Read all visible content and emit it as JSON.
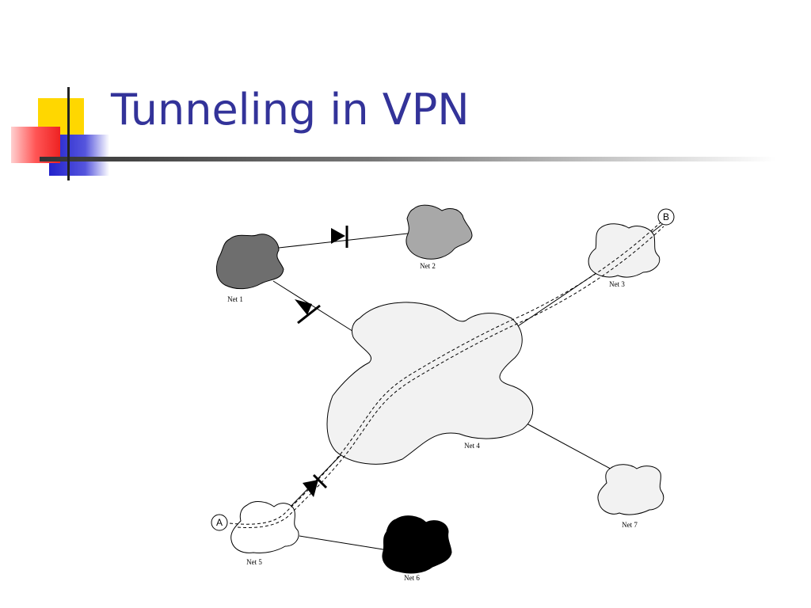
{
  "slide": {
    "title": "Tunneling in VPN"
  },
  "diagram": {
    "networks": [
      {
        "id": "net1",
        "label": "Net 1",
        "fill": "#6e6e6e"
      },
      {
        "id": "net2",
        "label": "Net 2",
        "fill": "#a8a8a8"
      },
      {
        "id": "net3",
        "label": "Net 3",
        "fill": "#f2f2f2"
      },
      {
        "id": "net4",
        "label": "Net 4",
        "fill": "#f2f2f2"
      },
      {
        "id": "net5",
        "label": "Net 5",
        "fill": "#ffffff"
      },
      {
        "id": "net6",
        "label": "Net 6",
        "fill": "#000000"
      },
      {
        "id": "net7",
        "label": "Net 7",
        "fill": "#f2f2f2"
      }
    ],
    "endpoints": {
      "a": "A",
      "b": "B"
    },
    "colors": {
      "title": "#333399",
      "accent_yellow": "#ffd700",
      "accent_red": "#ff3333",
      "accent_blue": "#3333cc"
    }
  }
}
